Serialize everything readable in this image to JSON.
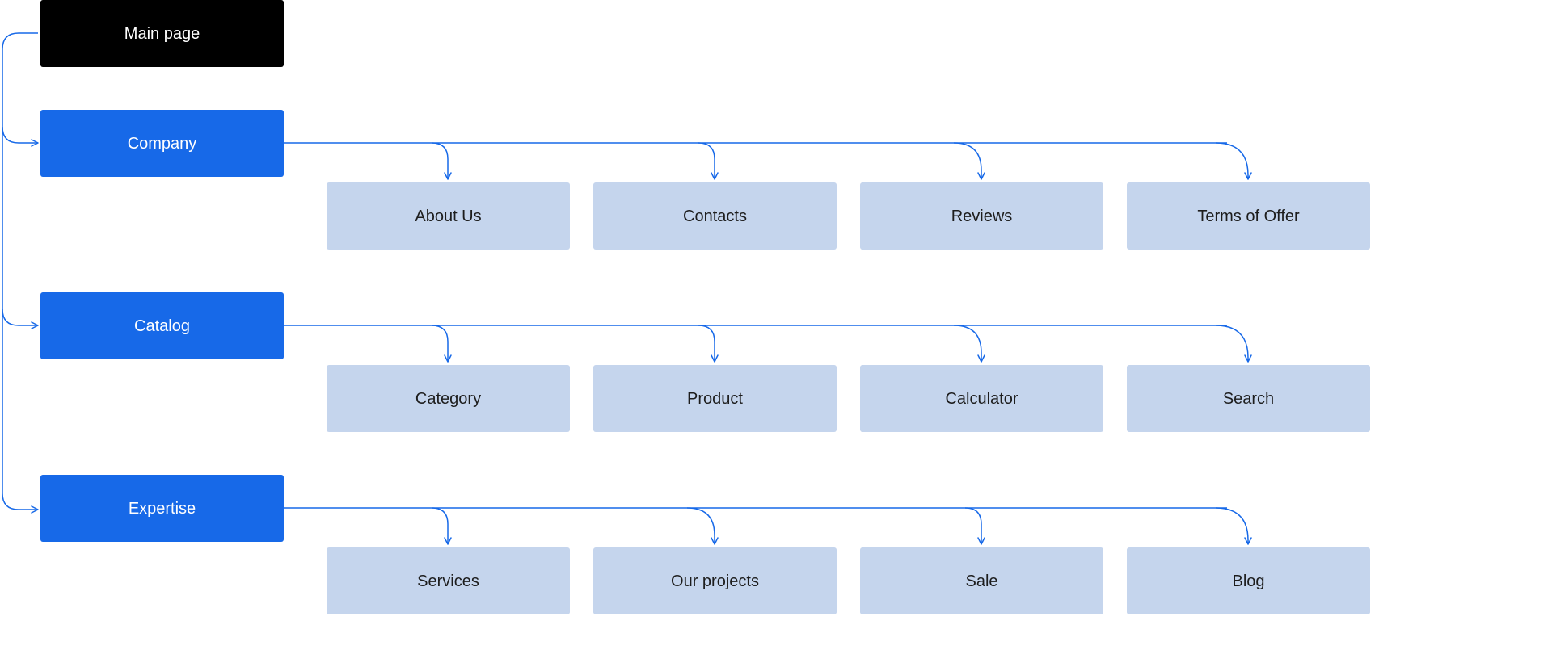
{
  "root": {
    "label": "Main page"
  },
  "sections": [
    {
      "label": "Company",
      "pages": [
        "About Us",
        "Contacts",
        "Reviews",
        "Terms of Offer"
      ]
    },
    {
      "label": "Catalog",
      "pages": [
        "Category",
        "Product",
        "Calculator",
        "Search"
      ]
    },
    {
      "label": "Expertise",
      "pages": [
        "Services",
        "Our projects",
        "Sale",
        "Blog"
      ]
    }
  ],
  "colors": {
    "root_fill": "#000000",
    "section_fill": "#1769e8",
    "page_fill": "#c5d5ed",
    "connector": "#1769e8",
    "label_light": "#ffffff",
    "label_dark": "#1d1d1d"
  }
}
